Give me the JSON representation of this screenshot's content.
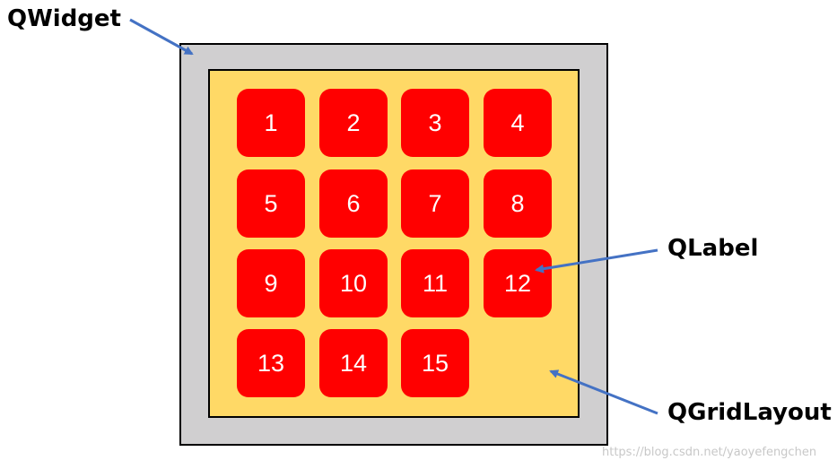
{
  "labels": {
    "qwidget": "QWidget",
    "qlabel": "QLabel",
    "qgridlayout": "QGridLayout"
  },
  "cells": [
    "1",
    "2",
    "3",
    "4",
    "5",
    "6",
    "7",
    "8",
    "9",
    "10",
    "11",
    "12",
    "13",
    "14",
    "15"
  ],
  "grid": {
    "rows": 4,
    "cols": 4
  },
  "watermark": "https://blog.csdn.net/yaoyefengchen",
  "colors": {
    "widget_bg": "#d0cfd0",
    "layout_bg": "#ffd966",
    "cell_bg": "#ff0000",
    "arrow": "#4472c4"
  }
}
